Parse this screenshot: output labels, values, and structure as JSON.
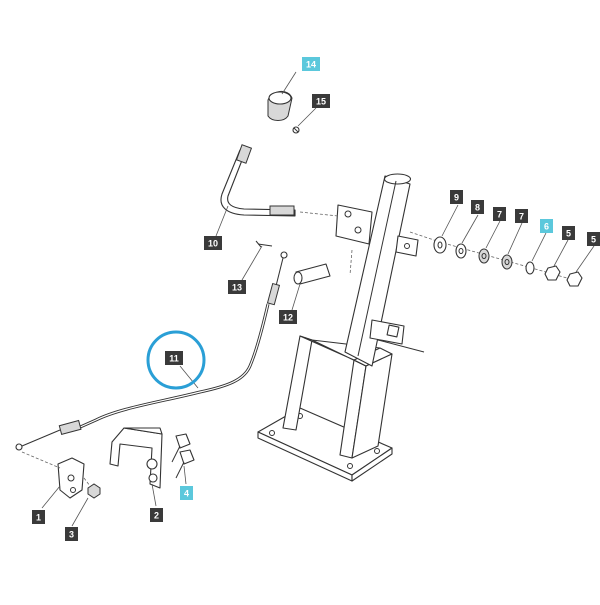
{
  "colors": {
    "label_dark": "#3a3a3a",
    "label_highlight": "#5bc8dc",
    "label_text": "#ffffff",
    "highlight_ring": "#2a9fd6",
    "line": "#333333"
  },
  "callouts": [
    {
      "id": "1",
      "text": "1",
      "highlight": false
    },
    {
      "id": "2",
      "text": "2",
      "highlight": false
    },
    {
      "id": "3",
      "text": "3",
      "highlight": false
    },
    {
      "id": "4",
      "text": "4",
      "highlight": true
    },
    {
      "id": "5a",
      "text": "5",
      "highlight": false
    },
    {
      "id": "5b",
      "text": "5",
      "highlight": false
    },
    {
      "id": "6",
      "text": "6",
      "highlight": true
    },
    {
      "id": "7a",
      "text": "7",
      "highlight": false
    },
    {
      "id": "7b",
      "text": "7",
      "highlight": false
    },
    {
      "id": "8",
      "text": "8",
      "highlight": false
    },
    {
      "id": "9",
      "text": "9",
      "highlight": false
    },
    {
      "id": "10",
      "text": "10",
      "highlight": false
    },
    {
      "id": "11",
      "text": "11",
      "highlight": false
    },
    {
      "id": "12",
      "text": "12",
      "highlight": false
    },
    {
      "id": "13",
      "text": "13",
      "highlight": false
    },
    {
      "id": "14",
      "text": "14",
      "highlight": true
    },
    {
      "id": "15",
      "text": "15",
      "highlight": false
    }
  ],
  "selected_part": "11"
}
